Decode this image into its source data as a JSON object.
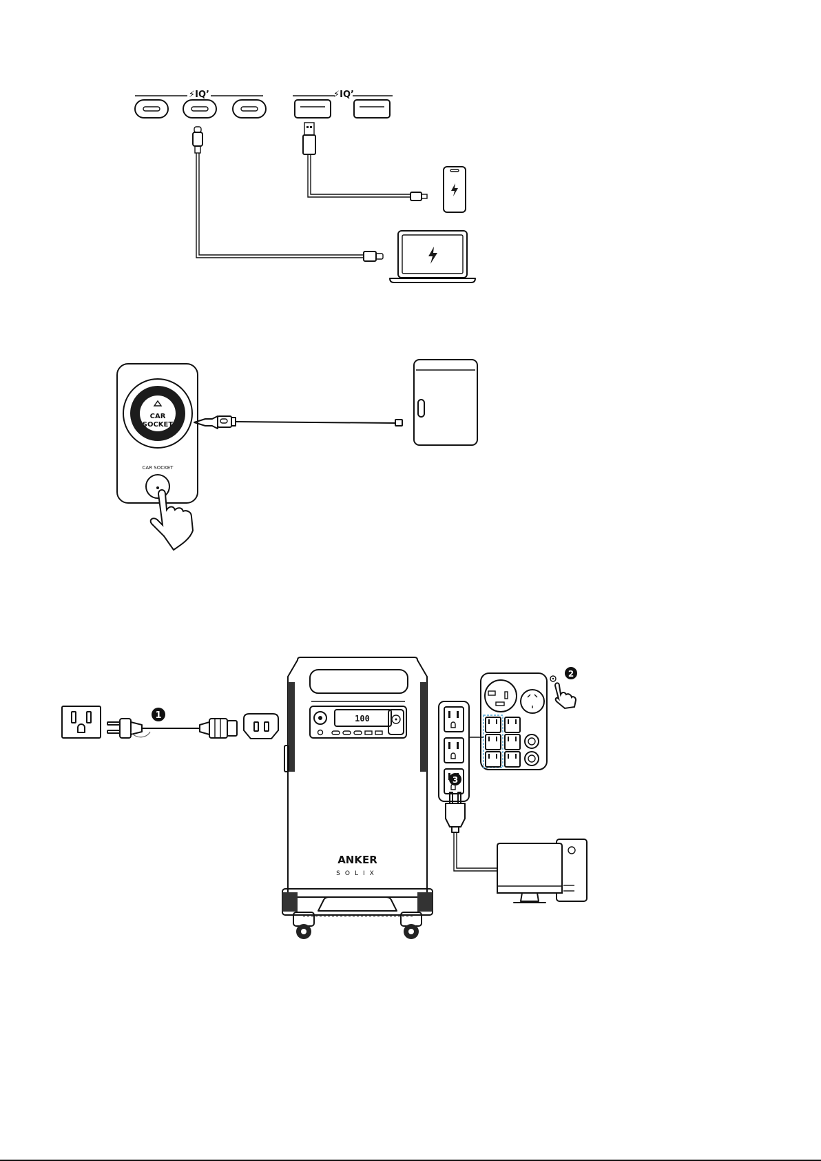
{
  "usb_section": {
    "iq_label_left": "⚡IQ’",
    "iq_label_right": "⚡IQ’",
    "colors": {
      "line": "#111111"
    },
    "icons": [
      "usb-c-port-icon",
      "usb-a-port-icon",
      "smartphone-icon",
      "laptop-icon",
      "lightning-icon"
    ]
  },
  "car_section": {
    "button_label_line1": "CAR",
    "button_label_line2": "SOCKET",
    "panel_caption": "CAR SOCKET",
    "icons": [
      "car-socket-button-icon",
      "car-plug-icon",
      "mini-fridge-icon",
      "hand-press-icon",
      "triangle-up-icon"
    ]
  },
  "ac_section": {
    "steps": [
      "1",
      "2",
      "3"
    ],
    "brand_line1": "ANKER",
    "brand_line2": "SOLIX",
    "icons": [
      "wall-outlet-icon",
      "ac-power-cord-icon",
      "ac-inlet-icon",
      "power-station-icon",
      "ac-outlet-panel-icon",
      "hand-press-icon",
      "ac-plug-icon",
      "desktop-computer-icon"
    ],
    "colors": {
      "highlight": "#4fa6d6"
    }
  }
}
